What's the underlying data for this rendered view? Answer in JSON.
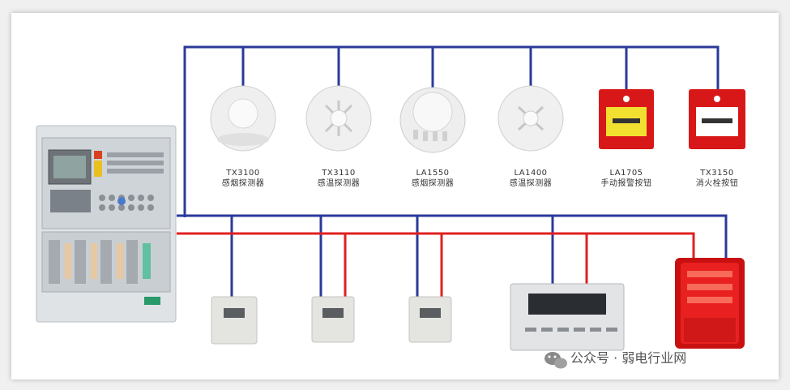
{
  "detectors": [
    {
      "model": "TX3100",
      "name": "感烟探测器",
      "icon": "smoke-detector-icon"
    },
    {
      "model": "TX3110",
      "name": "感温探测器",
      "icon": "heat-detector-icon"
    },
    {
      "model": "LA1550",
      "name": "感烟探测器",
      "icon": "smoke-detector-icon"
    },
    {
      "model": "LA1400",
      "name": "感温探测器",
      "icon": "heat-detector-icon"
    },
    {
      "model": "LA1705",
      "name": "手动报警按钮",
      "icon": "manual-call-point-icon"
    },
    {
      "model": "TX3150",
      "name": "消火栓按钮",
      "icon": "hydrant-button-icon"
    }
  ],
  "watermark": {
    "text": "公众号 · 弱电行业网",
    "icon": "wechat-icon"
  },
  "colors": {
    "bus": "#2b3a9a",
    "power": "#e02020",
    "red_device": "#d81818"
  }
}
